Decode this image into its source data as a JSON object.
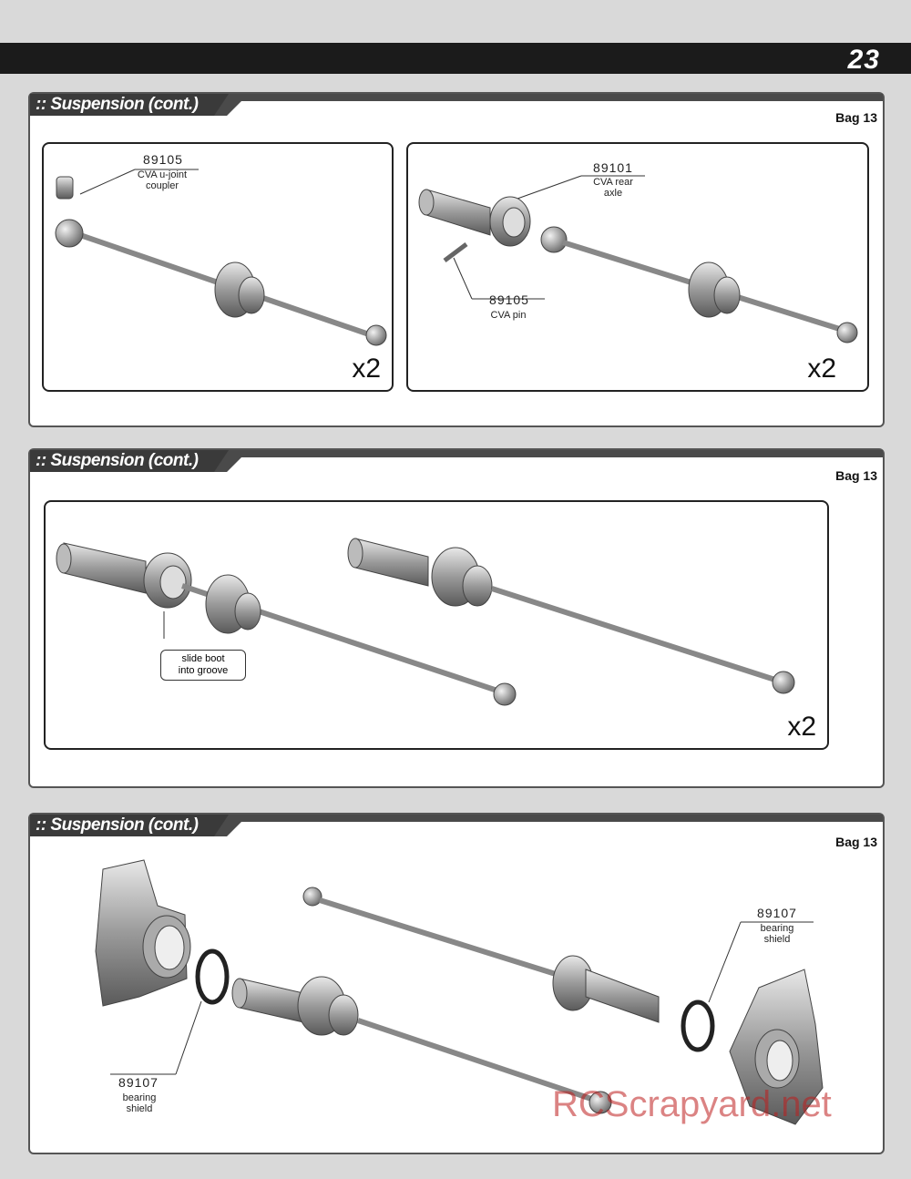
{
  "page": {
    "number": "23"
  },
  "sections": [
    {
      "title": ":: Suspension (cont.)",
      "bag": "Bag 13",
      "left_box": {
        "part_number": "89105",
        "desc_line1": "CVA u-joint",
        "desc_line2": "coupler",
        "qty": "x2"
      },
      "right_box": {
        "part1_number": "89101",
        "part1_line1": "CVA rear",
        "part1_line2": "axle",
        "part2_number": "89105",
        "part2_desc": "CVA pin",
        "qty": "x2"
      }
    },
    {
      "title": ":: Suspension (cont.)",
      "bag": "Bag 13",
      "callout_line1": "slide boot",
      "callout_line2": "into groove",
      "qty": "x2"
    },
    {
      "title": ":: Suspension (cont.)",
      "bag": "Bag 13",
      "left_part": {
        "number": "89107",
        "line1": "bearing",
        "line2": "shield"
      },
      "right_part": {
        "number": "89107",
        "line1": "bearing",
        "line2": "shield"
      }
    }
  ],
  "watermark": "RCScrapyard.net"
}
